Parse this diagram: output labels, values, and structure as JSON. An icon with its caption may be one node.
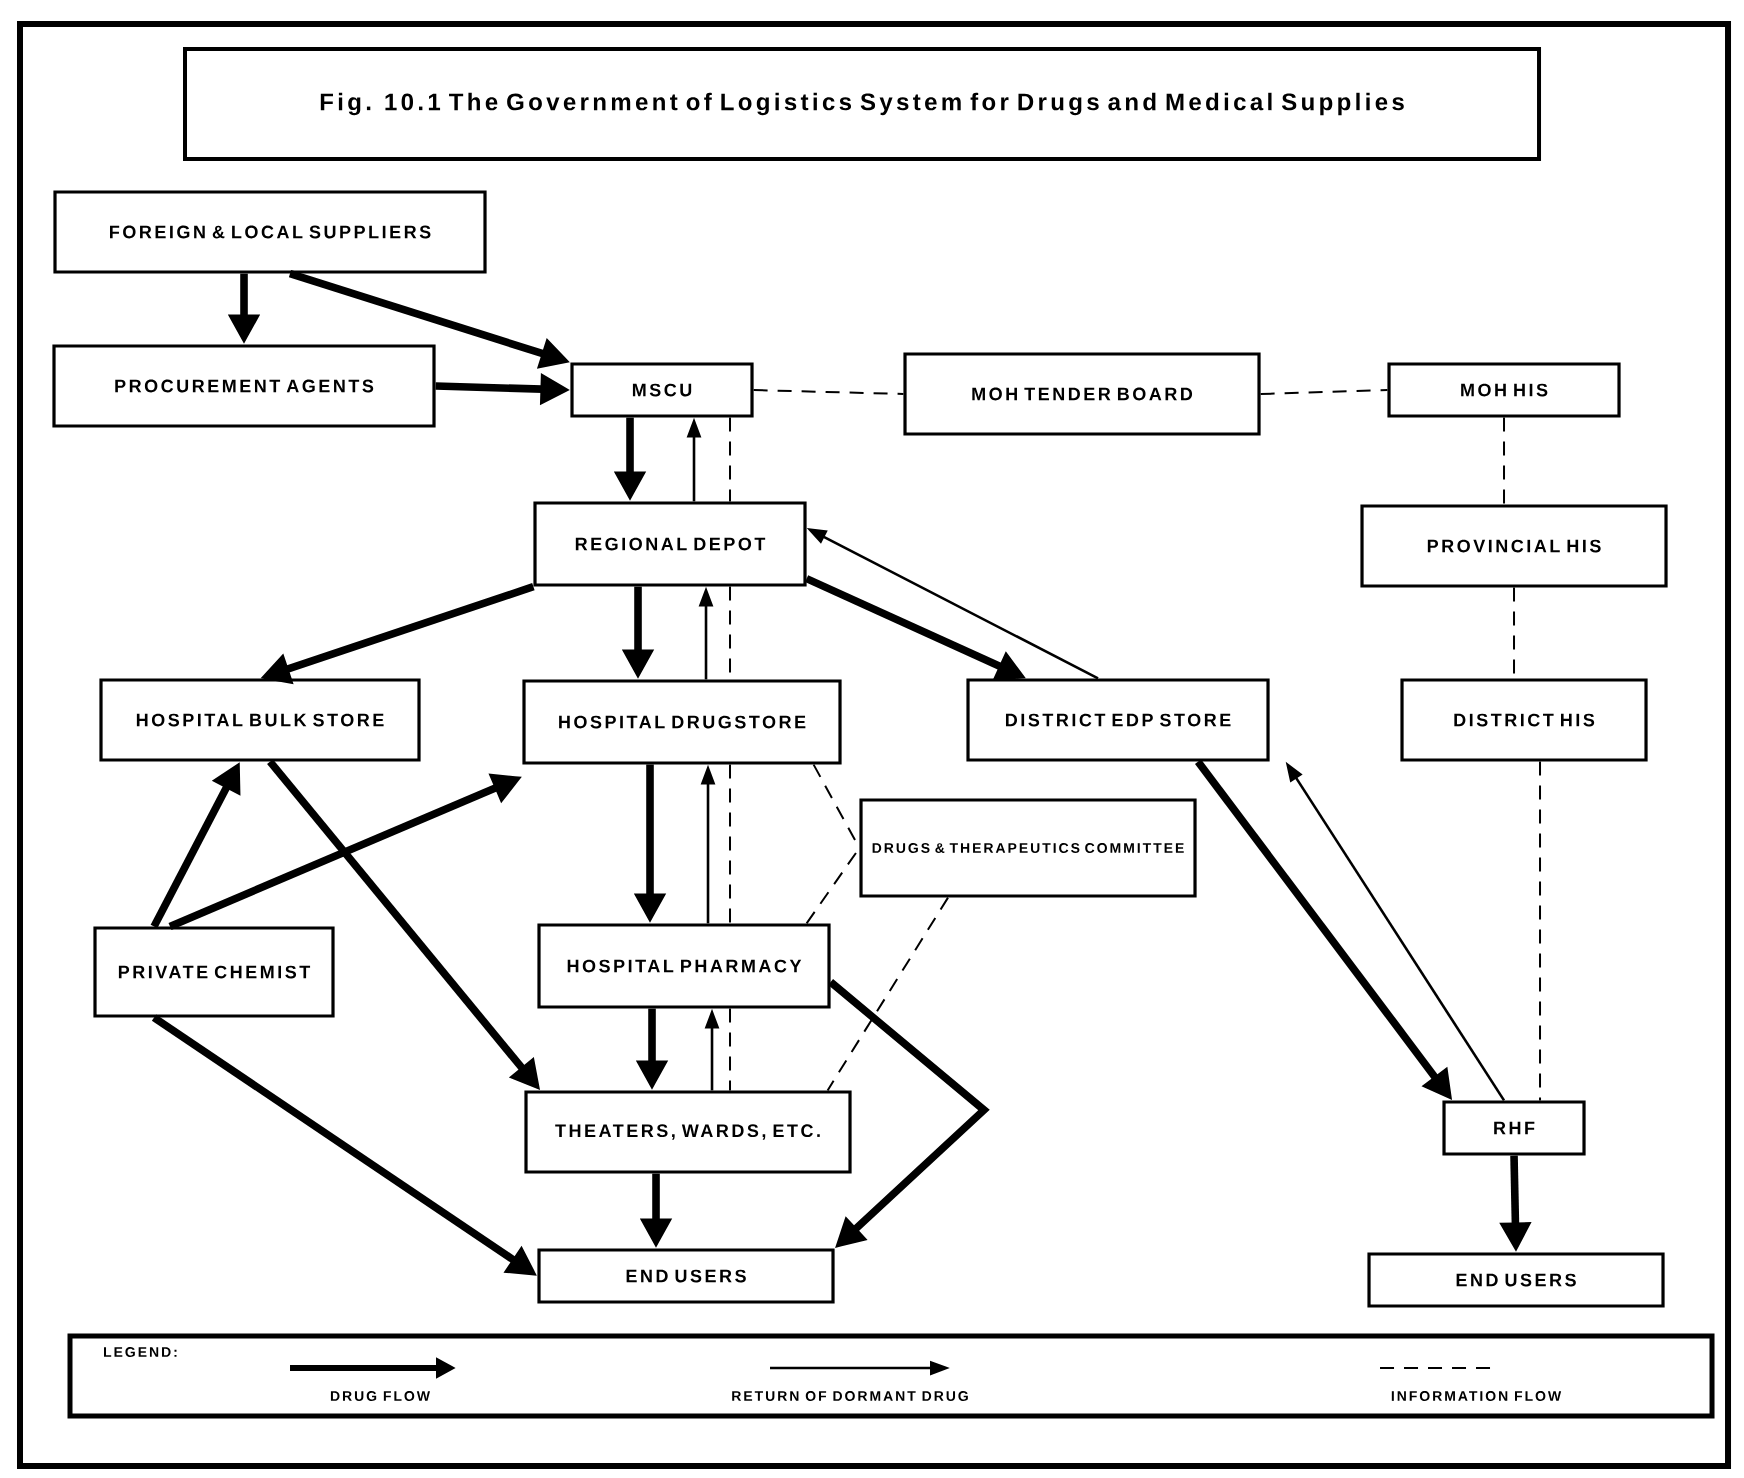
{
  "diagram": {
    "title": "Fig. 10.1 The Government of Logistics System for Drugs and Medical Supplies",
    "nodes": [
      {
        "text": [
          "FOREIGN & LOCAL SUPPLIERS"
        ]
      },
      {
        "text": [
          "PROCUREMENT AGENTS"
        ]
      },
      {
        "text": [
          "MSCU"
        ]
      },
      {
        "text": [
          "MOH TENDER BOARD"
        ]
      },
      {
        "text": [
          "MOH HIS"
        ]
      },
      {
        "text": [
          "REGIONAL DEPOT"
        ]
      },
      {
        "text": [
          "PROVINCIAL HIS"
        ]
      },
      {
        "text": [
          "HOSPITAL BULK STORE"
        ]
      },
      {
        "text": [
          "HOSPITAL DRUGSTORE"
        ]
      },
      {
        "text": [
          "DISTRICT EDP STORE"
        ]
      },
      {
        "text": [
          "DISTRICT HIS"
        ]
      },
      {
        "text": [
          "DRUGS & THERAPEUTICS COMMITTEE"
        ]
      },
      {
        "text": [
          "PRIVATE CHEMIST"
        ]
      },
      {
        "text": [
          "HOSPITAL PHARMACY"
        ]
      },
      {
        "text": [
          "THEATERS, WARDS, ETC."
        ]
      },
      {
        "text": [
          "END USERS"
        ]
      },
      {
        "text": [
          "RHF"
        ]
      },
      {
        "text": [
          "END USERS"
        ]
      }
    ],
    "edges": [
      {
        "from": 0,
        "to": 1,
        "arrow": "to",
        "style": "thick"
      },
      {
        "from": 0,
        "to": 2,
        "arrow": "to",
        "style": "thick"
      },
      {
        "from": 1,
        "to": 2,
        "arrow": "to",
        "style": "thick"
      },
      {
        "from": 2,
        "to": 5,
        "arrow": "to",
        "style": "thick"
      },
      {
        "from": 5,
        "to": 2,
        "arrow": "to"
      },
      {
        "from": 2,
        "to": 3,
        "arrow": "none",
        "style": "dashed"
      },
      {
        "from": 3,
        "to": 4,
        "arrow": "none",
        "style": "dashed"
      },
      {
        "from": 4,
        "to": 6,
        "arrow": "none",
        "style": "dashed"
      },
      {
        "from": 6,
        "to": 10,
        "arrow": "none",
        "style": "dashed"
      },
      {
        "from": 10,
        "to": 16,
        "arrow": "none",
        "style": "dashed"
      },
      {
        "from": 2,
        "to": 5,
        "arrow": "none",
        "style": "dashed"
      },
      {
        "from": 5,
        "to": 8,
        "arrow": "none",
        "style": "dashed"
      },
      {
        "from": 8,
        "to": 13,
        "arrow": "none",
        "style": "dashed"
      },
      {
        "from": 13,
        "to": 14,
        "arrow": "none",
        "style": "dashed"
      },
      {
        "from": 5,
        "to": 7,
        "arrow": "to",
        "style": "thick"
      },
      {
        "from": 5,
        "to": 8,
        "arrow": "to",
        "style": "thick"
      },
      {
        "from": 8,
        "to": 5,
        "arrow": "to"
      },
      {
        "from": 5,
        "to": 9,
        "arrow": "to",
        "style": "thick"
      },
      {
        "from": 9,
        "to": 5,
        "arrow": "to"
      },
      {
        "from": 8,
        "to": 13,
        "arrow": "to",
        "style": "thick"
      },
      {
        "from": 13,
        "to": 8,
        "arrow": "to"
      },
      {
        "from": 8,
        "to": 11,
        "arrow": "none",
        "style": "dashed"
      },
      {
        "from": 13,
        "to": 11,
        "arrow": "none",
        "style": "dashed"
      },
      {
        "from": 11,
        "to": 14,
        "arrow": "none",
        "style": "dashed"
      },
      {
        "from": 7,
        "to": 14,
        "arrow": "to",
        "style": "thick"
      },
      {
        "from": 12,
        "to": 7,
        "arrow": "to",
        "style": "thick"
      },
      {
        "from": 12,
        "to": 8,
        "arrow": "to",
        "style": "thick"
      },
      {
        "from": 12,
        "to": 15,
        "arrow": "to",
        "style": "thick"
      },
      {
        "from": 13,
        "to": 14,
        "arrow": "to",
        "style": "thick"
      },
      {
        "from": 14,
        "to": 13,
        "arrow": "to"
      },
      {
        "from": 14,
        "to": 15,
        "arrow": "to",
        "style": "thick"
      },
      {
        "from": 13,
        "to": 15,
        "arrow": "to",
        "style": "thick"
      },
      {
        "from": 9,
        "to": 16,
        "arrow": "to",
        "style": "thick"
      },
      {
        "from": 16,
        "to": 9,
        "arrow": "to"
      },
      {
        "from": 16,
        "to": 17,
        "arrow": "to",
        "style": "thick"
      }
    ],
    "labels": [
      "LEGEND:"
    ],
    "legend": [
      {
        "text": "DRUG FLOW"
      },
      {
        "text": "RETURN OF DORMANT DRUG"
      },
      {
        "text": "INFORMATION FLOW"
      }
    ]
  }
}
